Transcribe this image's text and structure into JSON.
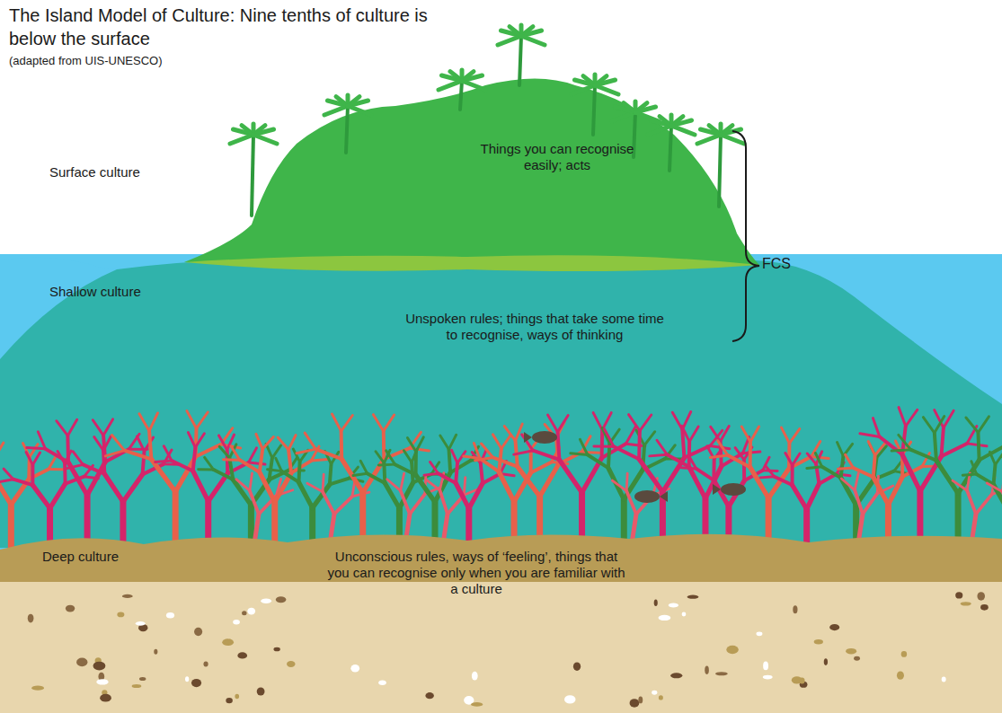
{
  "diagram": {
    "title": "The Island Model of Culture: Nine tenths of culture is below the surface",
    "caption": "(adapted from UIS-UNESCO)",
    "nodes": [
      {
        "text": [
          "Surface culture",
          "Things you can recognise easily; acts"
        ]
      },
      {
        "text": [
          "Shallow culture",
          "Unspoken rules; things that take some time to recognise, ways of thinking"
        ]
      },
      {
        "text": [
          "Deep culture",
          "Unconscious rules, ways of ‘feeling’, things that you can recognise only when you are familiar with a culture"
        ]
      }
    ],
    "labels": [
      "FCS"
    ]
  }
}
